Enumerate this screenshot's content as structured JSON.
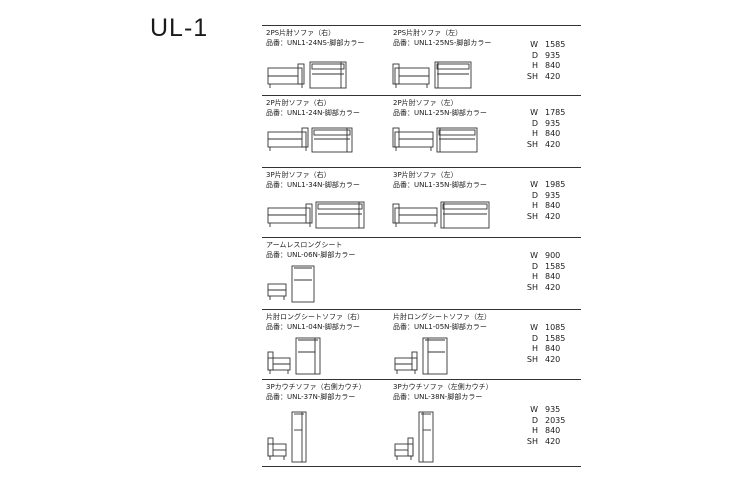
{
  "series_title": "UL-1",
  "sections": [
    {
      "id": "2ps",
      "items": [
        {
          "name": "2PS片肘ソファ（右）",
          "code": "品番：UNL1-24NS-脚部カラー"
        },
        {
          "name": "2PS片肘ソファ（左）",
          "code": "品番：UNL1-25NS-脚部カラー"
        }
      ],
      "dims": [
        {
          "label": "W",
          "value": "1585"
        },
        {
          "label": "D",
          "value": "935"
        },
        {
          "label": "H",
          "value": "840"
        },
        {
          "label": "SH",
          "value": "420"
        }
      ]
    },
    {
      "id": "2p",
      "items": [
        {
          "name": "2P片肘ソファ（右）",
          "code": "品番：UNL1-24N-脚部カラー"
        },
        {
          "name": "2P片肘ソファ（左）",
          "code": "品番：UNL1-25N-脚部カラー"
        }
      ],
      "dims": [
        {
          "label": "W",
          "value": "1785"
        },
        {
          "label": "D",
          "value": "935"
        },
        {
          "label": "H",
          "value": "840"
        },
        {
          "label": "SH",
          "value": "420"
        }
      ]
    },
    {
      "id": "3p",
      "items": [
        {
          "name": "3P片肘ソファ（右）",
          "code": "品番：UNL1-34N-脚部カラー"
        },
        {
          "name": "3P片肘ソファ（左）",
          "code": "品番：UNL1-35N-脚部カラー"
        }
      ],
      "dims": [
        {
          "label": "W",
          "value": "1985"
        },
        {
          "label": "D",
          "value": "935"
        },
        {
          "label": "H",
          "value": "840"
        },
        {
          "label": "SH",
          "value": "420"
        }
      ]
    },
    {
      "id": "armless",
      "items": [
        {
          "name": "アームレスロングシート",
          "code": "品番：UNL-06N-脚部カラー"
        }
      ],
      "dims": [
        {
          "label": "W",
          "value": "900"
        },
        {
          "label": "D",
          "value": "1585"
        },
        {
          "label": "H",
          "value": "840"
        },
        {
          "label": "SH",
          "value": "420"
        }
      ]
    },
    {
      "id": "armlong",
      "items": [
        {
          "name": "片肘ロングシートソファ（右）",
          "code": "品番：UNL1-04N-脚部カラー"
        },
        {
          "name": "片肘ロングシートソファ（左）",
          "code": "品番：UNL1-05N-脚部カラー"
        }
      ],
      "dims": [
        {
          "label": "W",
          "value": "1085"
        },
        {
          "label": "D",
          "value": "1585"
        },
        {
          "label": "H",
          "value": "840"
        },
        {
          "label": "SH",
          "value": "420"
        }
      ]
    },
    {
      "id": "couch",
      "items": [
        {
          "name": "3Pカウチソファ（右側カウチ）",
          "code": "品番：UNL-37N-脚部カラー"
        },
        {
          "name": "3Pカウチソファ（左側カウチ）",
          "code": "品番：UNL-38N-脚部カラー"
        }
      ],
      "dims": [
        {
          "label": "W",
          "value": "935"
        },
        {
          "label": "D",
          "value": "2035"
        },
        {
          "label": "H",
          "value": "840"
        },
        {
          "label": "SH",
          "value": "420"
        }
      ]
    }
  ]
}
